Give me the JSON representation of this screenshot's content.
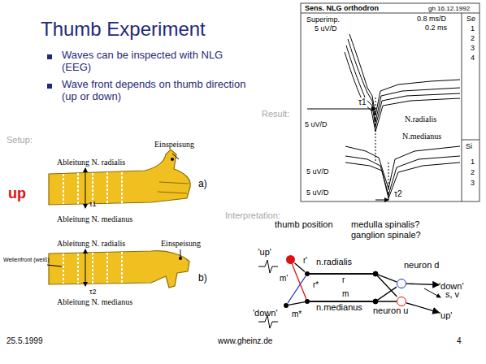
{
  "diagram": {
    "title": "Thumb Experiment",
    "nodes": [
      {
        "text": [
          "'up'"
        ]
      },
      {
        "text": [
          "'down'"
        ]
      },
      {
        "text": [
          "n.radialis"
        ]
      },
      {
        "text": [
          "n.medianus"
        ]
      },
      {
        "text": [
          "neuron d"
        ]
      },
      {
        "text": [
          "neuron u"
        ]
      },
      {
        "text": [
          "'down'"
        ]
      },
      {
        "text": [
          "'up'"
        ]
      }
    ],
    "edges": [
      {
        "from": 0,
        "to": 2,
        "arrow": "none",
        "label": "r'"
      },
      {
        "from": 0,
        "to": 3,
        "arrow": "none",
        "label": "m'"
      },
      {
        "from": 1,
        "to": 2,
        "arrow": "none",
        "label": "r*"
      },
      {
        "from": 1,
        "to": 3,
        "arrow": "none",
        "label": "m*"
      },
      {
        "from": 2,
        "to": 4,
        "arrow": "none"
      },
      {
        "from": 2,
        "to": 5,
        "arrow": "none",
        "label": "r"
      },
      {
        "from": 3,
        "to": 5,
        "arrow": "none",
        "label": "m"
      },
      {
        "from": 3,
        "to": 4,
        "arrow": "none"
      },
      {
        "from": 4,
        "to": 6,
        "arrow": "to"
      },
      {
        "from": 5,
        "to": 7,
        "arrow": "to"
      }
    ],
    "labels": [
      "Waves can be inspected with NLG (EEG)",
      "Wave front depends on thumb direction (up or down)",
      "Result:",
      "Sens. NLG orthodron",
      "gh 16.12.1992",
      "Superimp.",
      "0.8 ms/D",
      "5 uV/D",
      "0.2 ms",
      "Se",
      "1",
      "2",
      "3",
      "4",
      "τ1",
      "N.radialis",
      "5 uV/D",
      "N.medianus",
      "5 uV/D",
      "Si",
      "1",
      "2",
      "3",
      "5 uV/D",
      "τ2",
      "Setup:",
      "Ableitung N. radialis",
      "Einspeisung",
      "a)",
      "up",
      "Ableitung N. medianus",
      "τ1",
      "Ableitung N. radialis",
      "Einspeisung",
      "Wellenfront (weiß)",
      "b)",
      "τ2",
      "Ableitung N. medianus",
      "Interpretation:",
      "thumb position",
      "medulla spinalis? ganglion spinale?",
      "s, v",
      "25.5.1999",
      "www.gheinz.de",
      "4"
    ]
  }
}
